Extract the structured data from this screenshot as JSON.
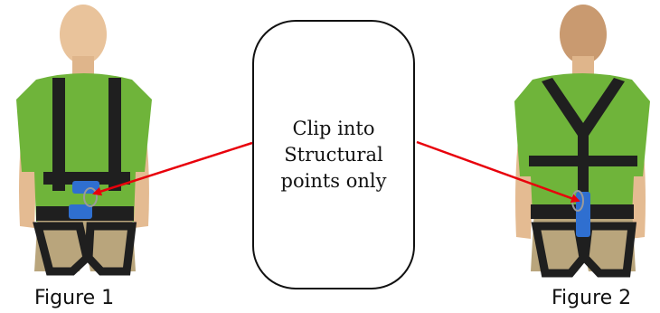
{
  "callout": {
    "text": "Clip into Structural points only"
  },
  "figure1": {
    "caption": "Figure 1"
  },
  "figure2": {
    "caption": "Figure 2"
  },
  "colors": {
    "arrow": "#e8000b",
    "shirt": "#6fb43a",
    "strap": "#1f1f1f",
    "buckle": "#2f6fd0",
    "pants": "#b9a57c",
    "skin": "#e9c39b"
  }
}
